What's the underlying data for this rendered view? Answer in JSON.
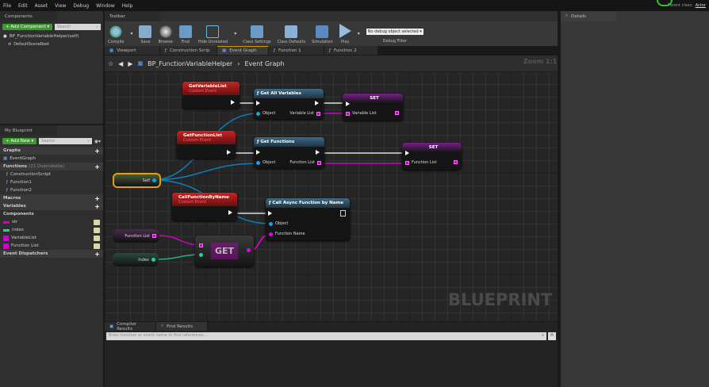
{
  "menu": [
    "File",
    "Edit",
    "Asset",
    "View",
    "Debug",
    "Window",
    "Help"
  ],
  "parent_class": {
    "label": "Parent class:",
    "value": "Actor"
  },
  "components": {
    "tab": "Components",
    "add_button": "+ Add Component ▾",
    "search_placeholder": "Search",
    "items": [
      "BP_FunctionVariableHelper(self)",
      "DefaultSceneRoot"
    ]
  },
  "my_blueprint": {
    "tab": "My Blueprint",
    "add_button": "+ Add New ▾",
    "search_placeholder": "Search",
    "sections": {
      "graphs": "Graphs",
      "event_graph": "EventGraph",
      "functions": "Functions",
      "functions_note": "(21 Overridable)",
      "function_items": [
        "ConstructionScript",
        "Function1",
        "Function2"
      ],
      "macros": "Macros",
      "variables": "Variables",
      "components": "Components",
      "dispatchers": "Event Dispatchers"
    },
    "variables": [
      {
        "name": "str",
        "color": "#d000d0"
      },
      {
        "name": "index",
        "color": "#1fd3a0"
      },
      {
        "name": "VariableList",
        "color": "#d000d0"
      },
      {
        "name": "Function List",
        "color": "#d000d0"
      }
    ]
  },
  "toolbar": {
    "tab": "Toolbar",
    "buttons": [
      "Compile",
      "Save",
      "Browse",
      "Find",
      "Hide Unrelated",
      "Class Settings",
      "Class Defaults",
      "Simulation",
      "Play"
    ],
    "debug_select": "No debug object selected ▾",
    "debug_label": "Debug Filter"
  },
  "graph_tabs": [
    "Viewport",
    "Construction Scrip",
    "Event Graph",
    "Function 1",
    "Function 2"
  ],
  "breadcrumb": {
    "blueprint": "BP_FunctionVariableHelper",
    "graph": "Event Graph"
  },
  "zoom": "Zoom 1:1",
  "watermark": "BLUEPRINT",
  "nodes": {
    "get_variable_list": {
      "title": "GetVariableList",
      "sub": "Custom Event"
    },
    "get_function_list": {
      "title": "GetFunctionList",
      "sub": "Custom Event"
    },
    "call_function_by_name": {
      "title": "CallFunctionByName",
      "sub": "Custom Event"
    },
    "get_all_variables": {
      "title": "Get All Variables",
      "in": "Object",
      "out": "Variable List"
    },
    "get_functions": {
      "title": "Get Functions",
      "in": "Object",
      "out": "Function List"
    },
    "set1": {
      "title": "SET",
      "pin": "Variable List"
    },
    "set2": {
      "title": "SET",
      "pin": "Function List"
    },
    "call_async": {
      "title": "Call Async Function by Name",
      "object": "Object",
      "fname": "Function Name"
    },
    "self": "Self",
    "function_list_var": "Function List",
    "index_var": "Index",
    "get": "GET"
  },
  "details": {
    "tab": "Details"
  },
  "bottom": {
    "tabs": [
      "Compiler Results",
      "Find Results"
    ],
    "search_placeholder": "Enter function or event name to find references..."
  },
  "colors": {
    "object_pin": "#0ea5e8",
    "array_pin": "#d000d0",
    "int_pin": "#1fd3a0",
    "event": "#b01818",
    "function": "#36627e"
  }
}
